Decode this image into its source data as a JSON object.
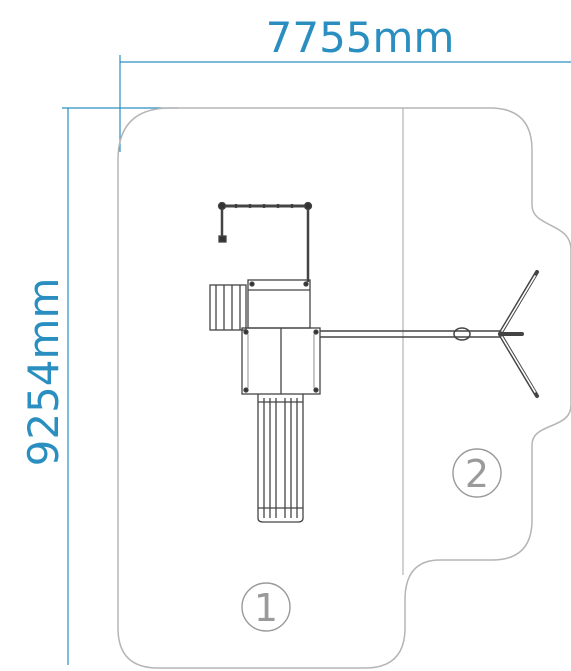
{
  "dimensions": {
    "width_label": "7755mm",
    "height_label": "9254mm"
  },
  "zones": {
    "zone_1": "1",
    "zone_2": "2"
  },
  "colors": {
    "dimension": "#2a8fc0",
    "outline": "#b5b5b5",
    "structure": "#444444",
    "zone_label": "#9a9a9a"
  }
}
